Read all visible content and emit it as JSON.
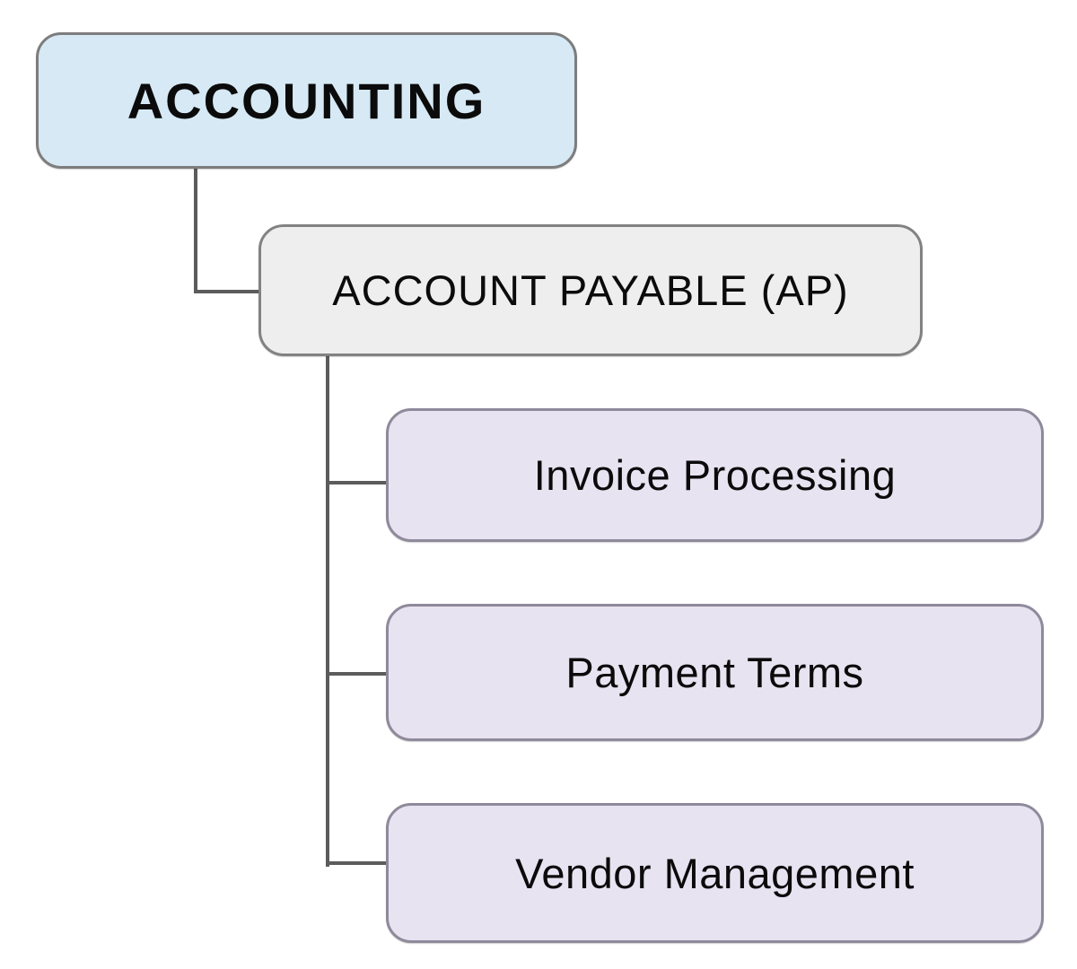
{
  "diagram": {
    "type": "hierarchy",
    "connector_color": "#5c5c5c",
    "nodes": {
      "root": {
        "label": "ACCOUNTING",
        "fill": "#d6e9f5",
        "border": "#7d7d7d",
        "text_color": "#0b0b0b"
      },
      "ap": {
        "label": "ACCOUNT PAYABLE (AP)",
        "fill": "#eeeeee",
        "border": "#828282",
        "text_color": "#0b0b0b"
      },
      "invoice": {
        "label": "Invoice Processing",
        "fill": "#e7e3f1",
        "border": "#8f8a9b",
        "text_color": "#0b0b0b"
      },
      "payment": {
        "label": "Payment Terms",
        "fill": "#e7e3f1",
        "border": "#8f8a9b",
        "text_color": "#0b0b0b"
      },
      "vendor": {
        "label": "Vendor Management",
        "fill": "#e7e3f1",
        "border": "#8f8a9b",
        "text_color": "#0b0b0b"
      }
    }
  }
}
